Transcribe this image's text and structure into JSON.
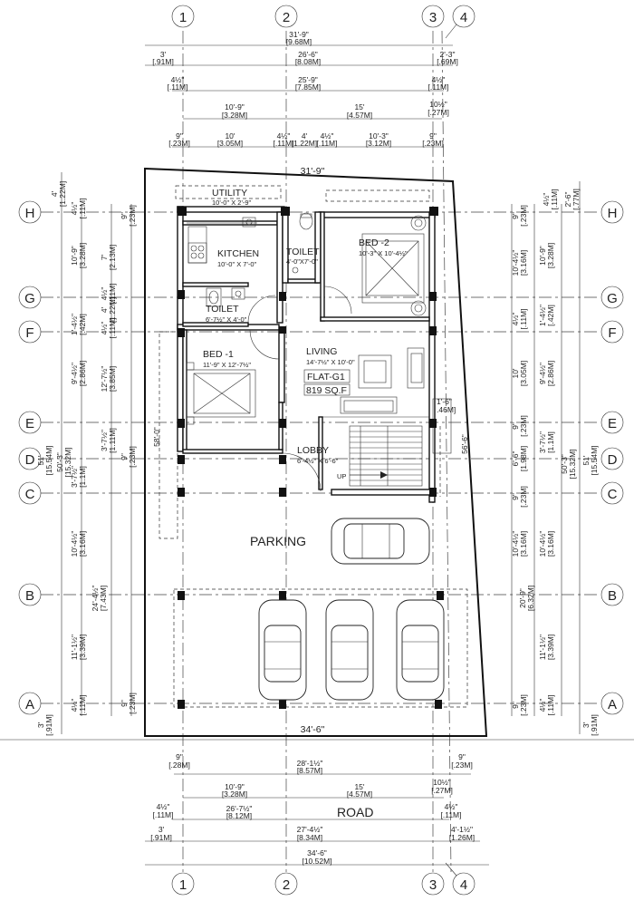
{
  "grid": {
    "columns": [
      "1",
      "2",
      "3",
      "4"
    ],
    "rows": [
      "H",
      "G",
      "F",
      "E",
      "D",
      "C",
      "B",
      "A"
    ]
  },
  "top_dims": {
    "overall": "31'-9\"",
    "overall_m": "[9.68M]",
    "left_3": "3'",
    "left_3_m": "[.91M]",
    "span_26_6": "26'-6\"",
    "span_26_6_m": "[8.08M]",
    "right_2_3": "2'-3\"",
    "right_2_3_m": "[.69M]",
    "l_4_5": "4½\"",
    "l_4_5_m": "[.11M]",
    "span_25_9": "25'-9\"",
    "span_25_9_m": "[7.85M]",
    "r_4_5": "4½\"",
    "r_4_5_m": "[.11M]",
    "span_10_9": "10'-9\"",
    "span_10_9_m": "[3.28M]",
    "span_15": "15'",
    "span_15_m": "[4.57M]",
    "r_10_5": "10½\"",
    "r_10_5_m": "[.27M]",
    "d_9a": "9\"",
    "d_9a_m": "[.23M]",
    "d_10": "10'",
    "d_10_m": "[3.05M]",
    "d_4_5a": "4½\"",
    "d_4_5a_m": "[.11M]",
    "d_4": "4'",
    "d_4_m": "[1.22M]",
    "d_4_5b": "4½\"",
    "d_4_5b_m": "[.11M]",
    "d_10_3": "10'-3\"",
    "d_10_3_m": "[3.12M]",
    "d_9b": "9\"",
    "d_9b_m": "[.23M]"
  },
  "plot": {
    "top_width": "31'-9\"",
    "bottom_width": "34'-6\""
  },
  "rooms": {
    "utility": "UTILITY",
    "utility_size": "10'-0\" X 2'-9\"",
    "kitchen": "KITCHEN",
    "kitchen_size": "10'-0\" X 7'-0\"",
    "toilet1": "TOILET",
    "toilet1_size": "4'-0\"X7'-0\"",
    "bed2": "BED -2",
    "bed2_size": "10'-3\" X 10'-4½\"",
    "toilet2": "TOILET",
    "toilet2_size": "6'-7½\" X 4'-0\"",
    "bed1": "BED -1",
    "bed1_size": "11'-9\" X 12'-7½\"",
    "living": "LIVING",
    "living_size": "14'-7½\" X 10'-0\"",
    "flat": "FLAT-G1",
    "area": "819 SQ.F",
    "lobby": "LOBBY",
    "lobby_size": "6'-4½\" X 6'-6\"",
    "up": "UP",
    "parking": "PARKING",
    "road": "ROAD",
    "lobby_side": "1'-6\"",
    "lobby_side_m": ".46M]"
  },
  "left_dims": {
    "outer_4": "4'",
    "outer_4_m": "[1.22M]",
    "outer_51": "51'",
    "outer_51_m": "[15.54M]",
    "outer_3": "3'",
    "outer_3_m": "[.91M]",
    "h_4_5": "4½\"",
    "h_4_5_m": "[.11M]",
    "m_10_9": "10'-9\"",
    "m_10_9_m": "[3.28M]",
    "m_1_4_5": "1'-4½\"",
    "m_1_4_5_m": "[.42M]",
    "m_9_4_5": "9'-4½\"",
    "m_9_4_5_m": "[2.86M]",
    "m_50_3": "50'-3\"",
    "m_50_3_m": "[15.32M]",
    "m_3_7_5a": "3'-7½\"",
    "m_3_7_5a_m": "[1.1M]",
    "m_10_4_5": "10'-4½\"",
    "m_10_4_5_m": "[3.16M]",
    "m_24_4_5": "24'-4½\"",
    "m_24_4_5_m": "[7.43M]",
    "m_11_1_5": "11'-1½\"",
    "m_11_1_5_m": "[3.39M]",
    "m_4_5b": "4½\"",
    "m_4_5b_m": "[.11M]",
    "i_9a": "9\"",
    "i_9a_m": "[.23M]",
    "i_7": "7'",
    "i_7_m": "[2.13M]",
    "i_4_5": "4½\"",
    "i_4_5_m": "[.11M]",
    "i_4": "4'",
    "i_4_m": "[1.22M]",
    "i_4_5c": "4½\"",
    "i_4_5c_m": "[.11M]",
    "i_12_7_5": "12'-7½\"",
    "i_12_7_5_m": "[3.85M]",
    "i_3_7_5": "3'-7½\"",
    "i_3_7_5_m": "[1.11M]",
    "i_9b": "9\"",
    "i_9b_m": "[.23M]",
    "i_9c": "9\"",
    "i_9c_m": "[.23M]",
    "i_58": "58'-0\""
  },
  "right_dims": {
    "outer_2_6": "2'-6\"",
    "outer_2_6_m": "[.77M]",
    "outer_51": "51'",
    "outer_51_m": "[15.54M]",
    "outer_3": "3'",
    "outer_3_m": "[.91M]",
    "m_4_5": "4½\"",
    "m_4_5_m": "[.11M]",
    "m_10_9": "10'-9\"",
    "m_10_9_m": "[3.28M]",
    "m_1_4_5": "1'-4½\"",
    "m_1_4_5_m": "[.42M]",
    "m_9_4_5": "9'-4½\"",
    "m_9_4_5_m": "[2.86M]",
    "m_3_7_5": "3'-7½\"",
    "m_3_7_5_m": "[1.1M]",
    "m_50_3": "50'-3\"",
    "m_50_3_m": "[15.32M]",
    "m_10_4_5": "10'-4½\"",
    "m_10_4_5_m": "[3.16M]",
    "m_20_9": "20'-9\"",
    "m_20_9_m": "[6.32M]",
    "m_11_1_5": "11'-1½\"",
    "m_11_1_5_m": "[3.39M]",
    "m_4_5b": "4½\"",
    "m_4_5b_m": "[.11M]",
    "i_9a": "9\"",
    "i_9a_m": "[.23M]",
    "i_10_4_5": "10'-4½\"",
    "i_10_4_5_m": "[3.16M]",
    "i_4_5": "4½\"",
    "i_4_5_m": "[.11M]",
    "i_10": "10'",
    "i_10_m": "[3.05M]",
    "i_9b": "9\"",
    "i_9b_m": "[.23M]",
    "i_6_6": "6'-6\"",
    "i_6_6_m": "[1.98M]",
    "i_9c": "9\"",
    "i_9c_m": "[.23M]",
    "i_10_4_5b": "10'-4½\"",
    "i_10_4_5b_m": "[3.16M]",
    "i_9d": "9\"",
    "i_9d_m": "[.23M]",
    "i_56_6": "56'-6\""
  },
  "bottom_dims": {
    "l_9": "9\"",
    "l_9_m": "[.28M]",
    "span_28_1_5": "28'-1½\"",
    "span_28_1_5_m": "[8.57M]",
    "r_9": "9\"",
    "r_9_m": "[.23M]",
    "span_10_9": "10'-9\"",
    "span_10_9_m": "[3.28M]",
    "span_15": "15'",
    "span_15_m": "[4.57M]",
    "r_10_5": "10½\"",
    "r_10_5_m": "[.27M]",
    "l_4_5": "4½\"",
    "l_4_5_m": "[.11M]",
    "span_26_7_5": "26'-7½\"",
    "span_26_7_5_m": "[8.12M]",
    "r_4_5": "4½\"",
    "r_4_5_m": "[.11M]",
    "l_3": "3'",
    "l_3_m": "[.91M]",
    "span_27_4_5": "27'-4½\"",
    "span_27_4_5_m": "[8.34M]",
    "r_4_1_5": "4'-1½\"",
    "r_4_1_5_m": "[1.26M]",
    "overall": "34'-6\"",
    "overall_m": "[10.52M]"
  }
}
